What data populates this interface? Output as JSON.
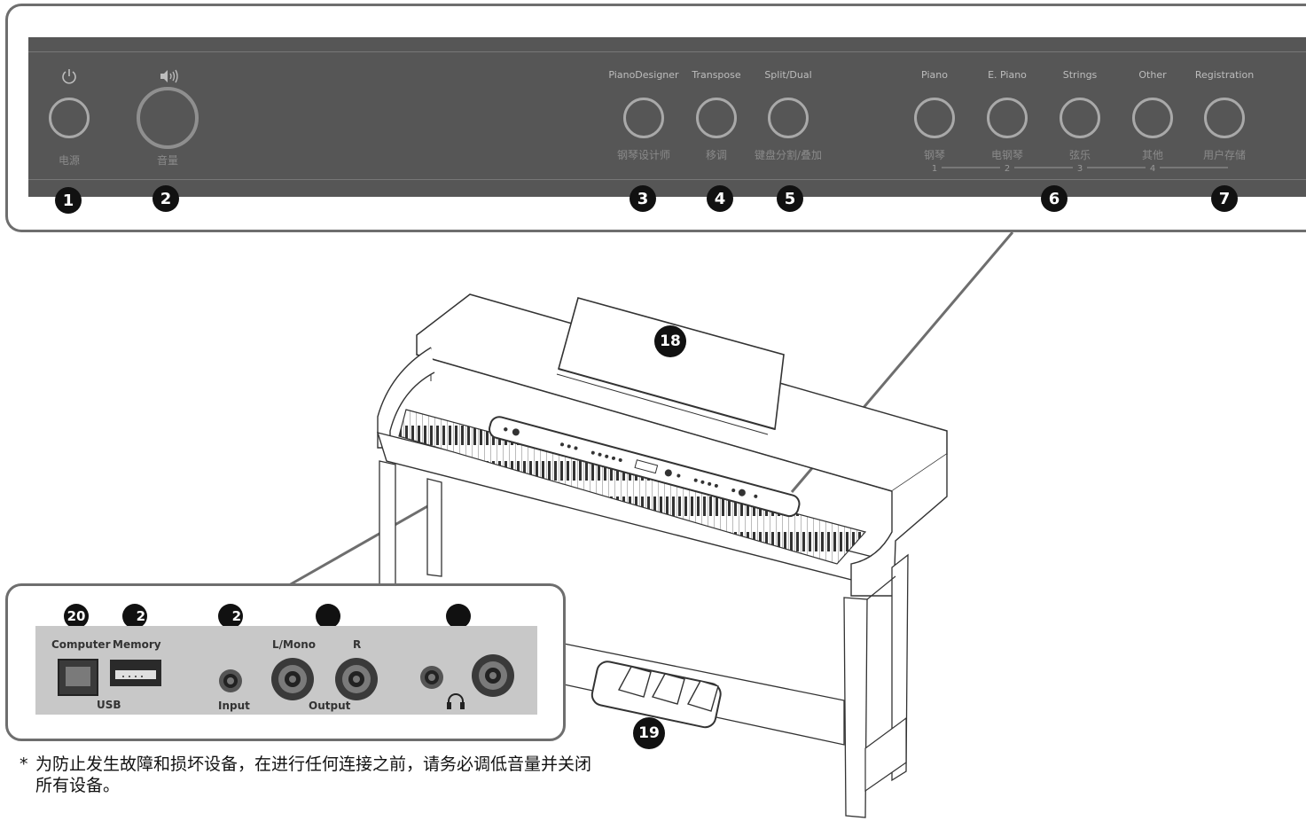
{
  "top_panel": {
    "power_icon": "power-icon",
    "volume_icon": "speaker-icon",
    "controls": [
      {
        "id": "power",
        "label": "",
        "sub": "电源"
      },
      {
        "id": "volume",
        "label": "",
        "sub": "音量"
      },
      {
        "id": "piano-designer",
        "label": "PianoDesigner",
        "sub": "钢琴设计师"
      },
      {
        "id": "transpose",
        "label": "Transpose",
        "sub": "移调"
      },
      {
        "id": "split-dual",
        "label": "Split/Dual",
        "sub": "键盘分割/叠加"
      },
      {
        "id": "piano",
        "label": "Piano",
        "sub": "钢琴",
        "num": "1"
      },
      {
        "id": "e-piano",
        "label": "E. Piano",
        "sub": "电钢琴",
        "num": "2"
      },
      {
        "id": "strings",
        "label": "Strings",
        "sub": "弦乐",
        "num": "3"
      },
      {
        "id": "other",
        "label": "Other",
        "sub": "其他",
        "num": "4"
      },
      {
        "id": "registration",
        "label": "Registration",
        "sub": "用户存储"
      }
    ],
    "callouts": [
      "1",
      "2",
      "3",
      "4",
      "5",
      "6",
      "7"
    ]
  },
  "piano_callouts": {
    "music_rest": "18",
    "pedals": "19"
  },
  "bottom_panel": {
    "callouts": [
      "20",
      "2",
      "2",
      "",
      ""
    ],
    "labels": {
      "computer": "Computer",
      "memory": "Memory",
      "usb": "USB",
      "input": "Input",
      "l_mono": "L/Mono",
      "r": "R",
      "output": "Output"
    },
    "headphones_icon": "headphones-icon"
  },
  "note": {
    "star": "*",
    "text": "为防止发生故障和损坏设备，在进行任何连接之前，请务必调低音量并关闭所有设备。"
  }
}
